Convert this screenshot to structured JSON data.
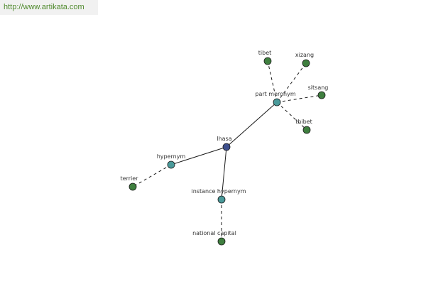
{
  "header": {
    "site_link": "http://www.artikata.com"
  },
  "graph": {
    "colors": {
      "root_node": "#3d4f8c",
      "relation_node": "#4a9a9a",
      "leaf_node": "#3f7f3f",
      "node_stroke": "#1a1a1a",
      "edge": "#1a1a1a"
    },
    "nodes": [
      {
        "id": "lhasa",
        "label": "lhasa",
        "kind": "root"
      },
      {
        "id": "part_meronym",
        "label": "part meronym",
        "kind": "relation"
      },
      {
        "id": "hypernym",
        "label": "hypernym",
        "kind": "relation"
      },
      {
        "id": "instance_hypernym",
        "label": "instance hypernym",
        "kind": "relation"
      },
      {
        "id": "tibet",
        "label": "tibet",
        "kind": "leaf"
      },
      {
        "id": "xizang",
        "label": "xizang",
        "kind": "leaf"
      },
      {
        "id": "sitsang",
        "label": "sitsang",
        "kind": "leaf"
      },
      {
        "id": "thibet",
        "label": "thibet",
        "kind": "leaf"
      },
      {
        "id": "terrier",
        "label": "terrier",
        "kind": "leaf"
      },
      {
        "id": "national_capital",
        "label": "national capital",
        "kind": "leaf"
      }
    ],
    "edges": [
      {
        "from": "lhasa",
        "to": "part_meronym",
        "style": "solid"
      },
      {
        "from": "lhasa",
        "to": "hypernym",
        "style": "solid"
      },
      {
        "from": "lhasa",
        "to": "instance_hypernym",
        "style": "solid"
      },
      {
        "from": "part_meronym",
        "to": "tibet",
        "style": "dashed"
      },
      {
        "from": "part_meronym",
        "to": "xizang",
        "style": "dashed"
      },
      {
        "from": "part_meronym",
        "to": "sitsang",
        "style": "dashed"
      },
      {
        "from": "part_meronym",
        "to": "thibet",
        "style": "dashed"
      },
      {
        "from": "hypernym",
        "to": "terrier",
        "style": "dashed"
      },
      {
        "from": "instance_hypernym",
        "to": "national_capital",
        "style": "dashed"
      }
    ]
  }
}
